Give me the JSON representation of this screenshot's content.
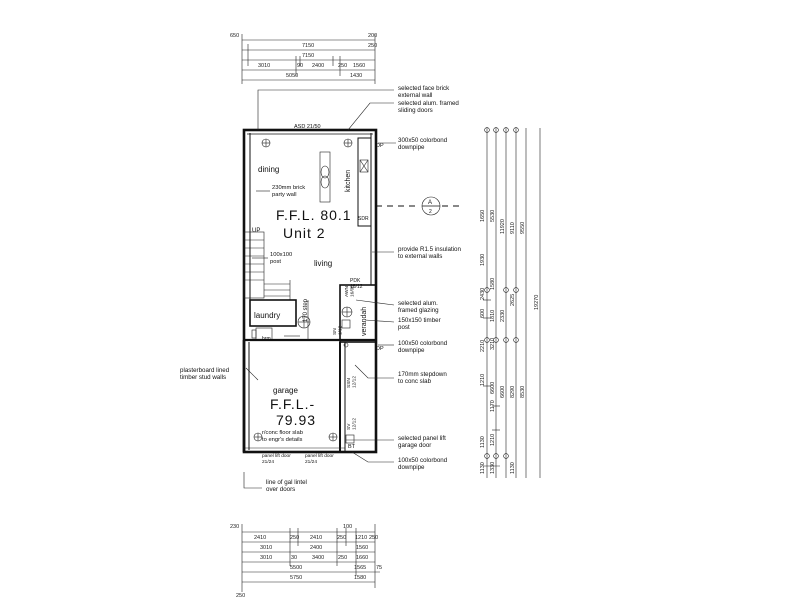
{
  "dims_top": {
    "r0": [
      "650",
      "200"
    ],
    "r1": [
      "7150",
      "250"
    ],
    "r2": [
      "7150"
    ],
    "r3": [
      "3010",
      "90",
      "2400",
      "250",
      "1560"
    ],
    "r4": [
      "5050",
      "1430"
    ]
  },
  "dims_bottom": {
    "r0": [
      "230",
      "100"
    ],
    "r1": [
      "2410",
      "250",
      "2410",
      "250",
      "1210",
      "250"
    ],
    "r2": [
      "3010",
      "2400",
      "1560"
    ],
    "r3": [
      "3010",
      "30",
      "3400",
      "250",
      "1660"
    ],
    "r4": [
      "5500",
      "1565",
      "75"
    ],
    "r5": [
      "5750",
      "1580"
    ],
    "r6": [
      "250"
    ]
  },
  "dims_right": {
    "a": [
      "1650",
      "1930",
      "2430",
      "600",
      "2210",
      "1210",
      "1130",
      "1130"
    ],
    "b": [
      "5530",
      "1580",
      "1810",
      "3210",
      "6600",
      "1170",
      "1210",
      "1330"
    ],
    "c": [
      "11920",
      "2330",
      "6600"
    ],
    "d": [
      "9110",
      "2625",
      "8290",
      "1130"
    ],
    "e": [
      "9550",
      "8530"
    ],
    "f": [
      "19270"
    ]
  },
  "plan": {
    "fflUpper": "F.F.L. 80.1",
    "unit": "Unit 2",
    "dining": "dining",
    "kitchen": "kitchen",
    "living": "living",
    "partyWall": "230mm brick\nparty wall",
    "up": "UP",
    "post": "100x100\npost",
    "laundry": "laundry",
    "step": "170 step",
    "garage": "garage",
    "fflGarageA": "F.F.L.-",
    "fflGarageB": "79.93",
    "floorSlab": "r/conc floor slab\nto engr's details",
    "verandah": "verandah",
    "asd": "ASD 21/50",
    "pdk": "PDK\n18/12",
    "awn": "AWN\n16/06",
    "sn": "SN\n1/12",
    "ssn": "SSN\n12/12",
    "sv": "SV\n12/12",
    "sdr": "SDR",
    "brm": "brm",
    "dp1": "DP",
    "dp2": "DP",
    "bt": "BT",
    "panelDoor1": "panel lift door",
    "panelDoor1b": "21/24",
    "panelDoor2": "panel lift door",
    "panelDoor2b": "21/24",
    "section": "A",
    "sectionNum": "2"
  },
  "notes": {
    "n1": "selected face brick\nexternal wall",
    "n2": "selected alum. framed\nsliding doors",
    "n3": "300x50 colorbond\ndownpipe",
    "n4": "provide R1.5 insulation\nto external walls",
    "n5": "selected alum.\nframed glazing",
    "n6": "150x150 timber\npost",
    "n7": "100x50 colorbond\ndownpipe",
    "n8": "170mm stepdown\nto conc slab",
    "n9": "plasterboard lined\ntimber stud walls",
    "n10": "selected panel lift\ngarage door",
    "n11": "100x50 colorbond\ndownpipe",
    "n12": "line of gal lintel\nover doors"
  }
}
